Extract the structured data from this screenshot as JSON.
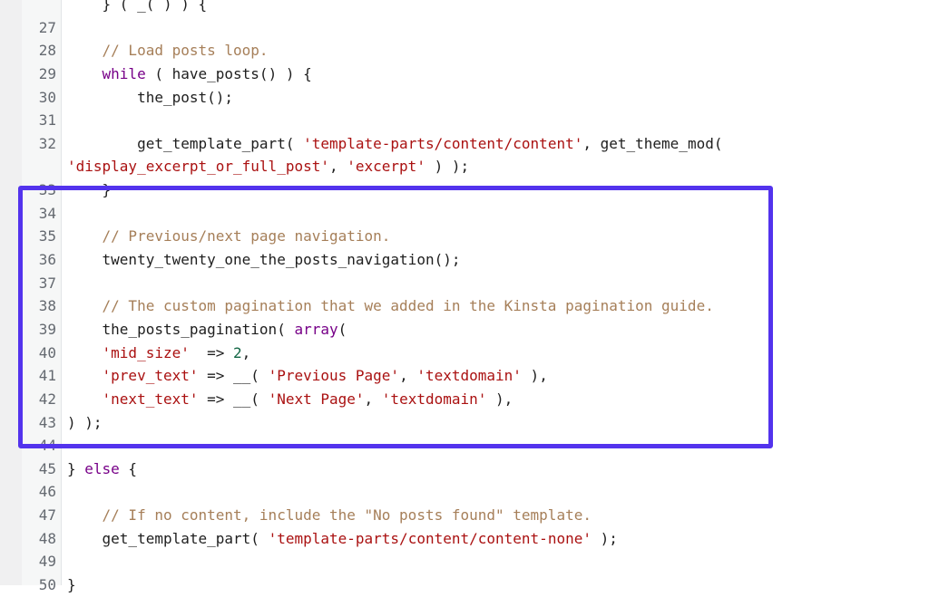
{
  "editor": {
    "highlight_color": "#5333ed",
    "colors": {
      "comment": "#a67f59",
      "keyword": "#770088",
      "string": "#aa1111",
      "number": "#116644",
      "plain": "#1e1e1e",
      "line_number": "#646970"
    },
    "rows": [
      {
        "ln": "",
        "tokens": [
          {
            "t": "pl",
            "v": "    } ( _( ) ) {"
          }
        ]
      },
      {
        "ln": "27",
        "tokens": []
      },
      {
        "ln": "28",
        "tokens": [
          {
            "t": "cmt",
            "v": "    // Load posts loop."
          }
        ]
      },
      {
        "ln": "29",
        "tokens": [
          {
            "t": "kw",
            "v": "    while"
          },
          {
            "t": "pl",
            "v": " ( have_posts() ) {"
          }
        ]
      },
      {
        "ln": "30",
        "tokens": [
          {
            "t": "pl",
            "v": "        the_post();"
          }
        ]
      },
      {
        "ln": "31",
        "tokens": []
      },
      {
        "ln": "32",
        "tokens": [
          {
            "t": "pl",
            "v": "        get_template_part( "
          },
          {
            "t": "str",
            "v": "'template-parts/content/content'"
          },
          {
            "t": "pl",
            "v": ", get_theme_mod("
          }
        ]
      },
      {
        "ln": "",
        "tokens": [
          {
            "t": "str",
            "v": "'display_excerpt_or_full_post'"
          },
          {
            "t": "pl",
            "v": ", "
          },
          {
            "t": "str",
            "v": "'excerpt'"
          },
          {
            "t": "pl",
            "v": " ) );"
          }
        ]
      },
      {
        "ln": "33",
        "tokens": [
          {
            "t": "pl",
            "v": "    }"
          }
        ]
      },
      {
        "ln": "34",
        "tokens": []
      },
      {
        "ln": "35",
        "tokens": [
          {
            "t": "cmt",
            "v": "    // Previous/next page navigation."
          }
        ]
      },
      {
        "ln": "36",
        "tokens": [
          {
            "t": "pl",
            "v": "    twenty_twenty_one_the_posts_navigation();"
          }
        ]
      },
      {
        "ln": "37",
        "tokens": []
      },
      {
        "ln": "38",
        "tokens": [
          {
            "t": "cmt",
            "v": "    // The custom pagination that we added in the Kinsta pagination guide."
          }
        ]
      },
      {
        "ln": "39",
        "tokens": [
          {
            "t": "pl",
            "v": "    the_posts_pagination( "
          },
          {
            "t": "kw",
            "v": "array"
          },
          {
            "t": "pl",
            "v": "("
          }
        ]
      },
      {
        "ln": "40",
        "tokens": [
          {
            "t": "str",
            "v": "    'mid_size'"
          },
          {
            "t": "pl",
            "v": "  => "
          },
          {
            "t": "num",
            "v": "2"
          },
          {
            "t": "pl",
            "v": ","
          }
        ]
      },
      {
        "ln": "41",
        "tokens": [
          {
            "t": "str",
            "v": "    'prev_text'"
          },
          {
            "t": "pl",
            "v": " => __( "
          },
          {
            "t": "str",
            "v": "'Previous Page'"
          },
          {
            "t": "pl",
            "v": ", "
          },
          {
            "t": "str",
            "v": "'textdomain'"
          },
          {
            "t": "pl",
            "v": " ),"
          }
        ]
      },
      {
        "ln": "42",
        "tokens": [
          {
            "t": "str",
            "v": "    'next_text'"
          },
          {
            "t": "pl",
            "v": " => __( "
          },
          {
            "t": "str",
            "v": "'Next Page'"
          },
          {
            "t": "pl",
            "v": ", "
          },
          {
            "t": "str",
            "v": "'textdomain'"
          },
          {
            "t": "pl",
            "v": " ),"
          }
        ]
      },
      {
        "ln": "43",
        "tokens": [
          {
            "t": "pl",
            "v": ") );"
          }
        ]
      },
      {
        "ln": "44",
        "tokens": []
      },
      {
        "ln": "45",
        "tokens": [
          {
            "t": "pl",
            "v": "} "
          },
          {
            "t": "kw",
            "v": "else"
          },
          {
            "t": "pl",
            "v": " {"
          }
        ]
      },
      {
        "ln": "46",
        "tokens": []
      },
      {
        "ln": "47",
        "tokens": [
          {
            "t": "cmt",
            "v": "    // If no content, include the \"No posts found\" template."
          }
        ]
      },
      {
        "ln": "48",
        "tokens": [
          {
            "t": "pl",
            "v": "    get_template_part( "
          },
          {
            "t": "str",
            "v": "'template-parts/content/content-none'"
          },
          {
            "t": "pl",
            "v": " );"
          }
        ]
      },
      {
        "ln": "49",
        "tokens": []
      },
      {
        "ln": "50",
        "tokens": [
          {
            "t": "pl",
            "v": "}"
          }
        ]
      }
    ]
  }
}
